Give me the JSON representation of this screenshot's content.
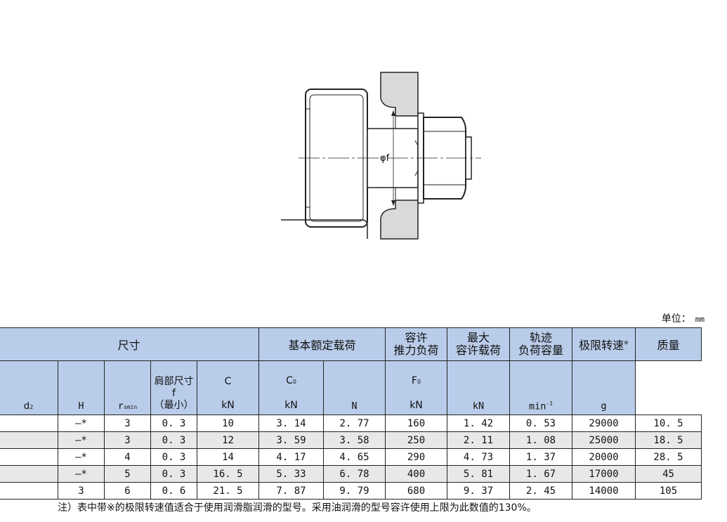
{
  "drawing": {
    "label": "φf"
  },
  "unit": {
    "label": "单位：",
    "value": "mm"
  },
  "table": {
    "group_headers": {
      "dimensions": "尺寸",
      "basic_load": "基本额定载荷",
      "allowable_thrust_line1": "容许",
      "allowable_thrust_line2": "推力负荷",
      "max_allowable_line1": "最大",
      "max_allowable_line2": "容许载荷",
      "track_line1": "轨迹",
      "track_line2": "负荷容量",
      "speed_limit": "极限转速",
      "speed_limit_mark": "※",
      "mass": "质量"
    },
    "sub_headers": {
      "d2": "d",
      "d2_sub": "2",
      "H": "H",
      "r": "r",
      "r_sub": "smin",
      "shoulder_line1": "肩部尺寸",
      "shoulder_line2": "f",
      "shoulder_line3": "（最小）",
      "C": "C",
      "C0": "C",
      "C0_sub": "0",
      "F0": "F",
      "F0_sub": "0"
    },
    "units": {
      "C": "kN",
      "C0": "kN",
      "thrust": "N",
      "F0": "kN",
      "track": "kN",
      "speed": "min",
      "speed_sup": "-1",
      "mass": "g"
    },
    "rows": [
      {
        "d2": "—*",
        "H": "3",
        "r": "0. 3",
        "f": "10",
        "C": "3. 14",
        "C0": "2. 77",
        "thrust": "160",
        "F0": "1. 42",
        "track": "0. 53",
        "speed": "29000",
        "mass": "10. 5"
      },
      {
        "d2": "—*",
        "H": "3",
        "r": "0. 3",
        "f": "12",
        "C": "3. 59",
        "C0": "3. 58",
        "thrust": "250",
        "F0": "2. 11",
        "track": "1. 08",
        "speed": "25000",
        "mass": "18. 5"
      },
      {
        "d2": "—*",
        "H": "4",
        "r": "0. 3",
        "f": "14",
        "C": "4. 17",
        "C0": "4. 65",
        "thrust": "290",
        "F0": "4. 73",
        "track": "1. 37",
        "speed": "20000",
        "mass": "28. 5"
      },
      {
        "d2": "—*",
        "H": "5",
        "r": "0. 3",
        "f": "16. 5",
        "C": "5. 33",
        "C0": "6. 78",
        "thrust": "400",
        "F0": "5. 81",
        "track": "1. 67",
        "speed": "17000",
        "mass": "45"
      },
      {
        "d2": "3",
        "H": "6",
        "r": "0. 6",
        "f": "21. 5",
        "C": "7. 87",
        "C0": "9. 79",
        "thrust": "680",
        "F0": "9. 37",
        "track": "2. 45",
        "speed": "14000",
        "mass": "105"
      }
    ]
  },
  "note": "注）表中带※的极限转速值适合于使用润滑脂润滑的型号。采用油润滑的型号容许使用上限为此数值的130%。"
}
